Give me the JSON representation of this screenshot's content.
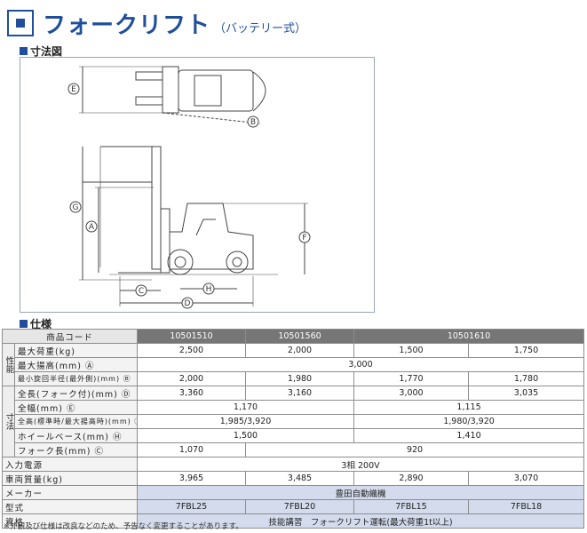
{
  "title": {
    "main": "フォークリフト",
    "sub": "（バッテリー式）"
  },
  "dims_heading": "寸法図",
  "spec_heading": "仕様",
  "diagram_labels": {
    "E": "E",
    "B": "B",
    "G": "G",
    "A": "A",
    "F": "F",
    "C": "C",
    "H": "H",
    "D": "D"
  },
  "table": {
    "header_label": "商品コード",
    "codes": [
      "10501510",
      "10501560",
      "10501610"
    ],
    "cats": {
      "perf": "性能",
      "dims": "寸法"
    },
    "rows": {
      "load": {
        "label": "最大荷重(kg)",
        "v": [
          "2,500",
          "2,000",
          "1,500",
          "1,750"
        ]
      },
      "lift": {
        "label": "最大揚高(mm) Ⓐ",
        "v": "3,000"
      },
      "turn": {
        "label": "最小旋回半径(最外側)(mm) Ⓑ",
        "v": [
          "2,000",
          "1,980",
          "1,770",
          "1,780"
        ]
      },
      "length": {
        "label": "全長(フォーク付)(mm) Ⓓ",
        "v": [
          "3,360",
          "3,160",
          "3,000",
          "3,035"
        ]
      },
      "width": {
        "label": "全幅(mm) Ⓔ",
        "v": [
          "1,170",
          "1,115"
        ]
      },
      "height": {
        "label": "全高(標準時/最大揚高時)(mm) Ⓕ/Ⓖ",
        "v": [
          "1,985/3,920",
          "1,980/3,920"
        ]
      },
      "wheelbase": {
        "label": "ホイールベース(mm) Ⓗ",
        "v": [
          "1,500",
          "1,410"
        ]
      },
      "fork": {
        "label": "フォーク長(mm) Ⓒ",
        "v": [
          "1,070",
          "920"
        ]
      },
      "power": {
        "label": "入力電源",
        "v": "3相 200V"
      },
      "weight": {
        "label": "車両質量(kg)",
        "v": [
          "3,965",
          "3,485",
          "2,890",
          "3,070"
        ]
      },
      "maker": {
        "label": "メーカー",
        "v": "豊田自動織機"
      },
      "model": {
        "label": "型式",
        "v": [
          "7FBL25",
          "7FBL20",
          "7FBL15",
          "7FBL18"
        ]
      },
      "qual": {
        "label": "資格",
        "v": "技能講習　フォークリフト運転(最大荷重1t以上)"
      }
    }
  },
  "note": "※外観及び仕様は改良などのため、予告なく変更することがあります。"
}
